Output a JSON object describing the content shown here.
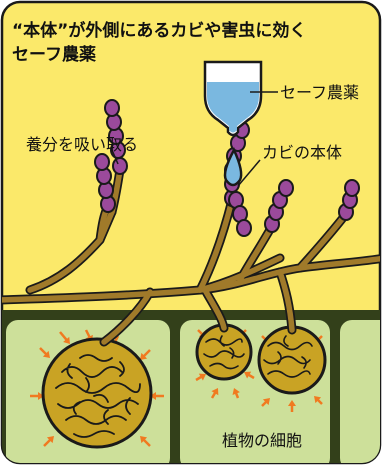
{
  "title": {
    "line1": "“本体”が外側にあるカビや害虫に効く",
    "line2": "セーフ農薬"
  },
  "labels": {
    "pesticide": "セーフ農薬",
    "mold_body": "カビの本体",
    "absorb_nutrients": "養分を吸い取る",
    "plant_cell": "植物の細胞"
  },
  "colors": {
    "background": "#fbe96a",
    "cell_fill": "#cde09a",
    "cell_border": "#33401a",
    "hypha": "#a07a2a",
    "spore": "#9b4a9b",
    "haustorium": "#c9a324",
    "droplet": "#7ab8e0",
    "arrow": "#f07a20",
    "outline": "#1a1a1a"
  }
}
